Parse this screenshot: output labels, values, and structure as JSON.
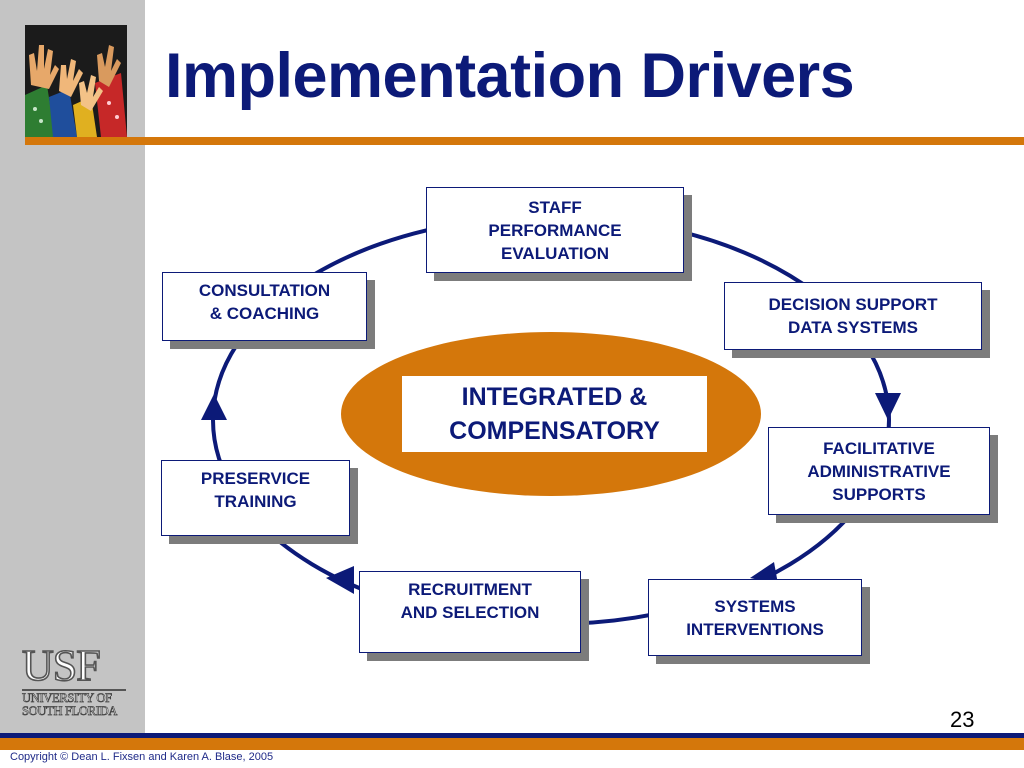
{
  "slide": {
    "title": "Implementation Drivers",
    "page_number": "23",
    "copyright": "Copyright © Dean L. Fixsen and Karen A. Blase, 2005"
  },
  "logo": {
    "usf_mark": "USF",
    "line1": "UNIVERSITY OF",
    "line2": "SOUTH FLORIDA"
  },
  "colors": {
    "navy": "#0c1a78",
    "orange": "#d4770b",
    "sidebar_gray": "#c4c4c4",
    "shadow_gray": "#7c7c7c"
  },
  "diagram": {
    "center_label": "INTEGRATED &\nCOMPENSATORY",
    "drivers": [
      "STAFF\nPERFORMANCE\nEVALUATION",
      "DECISION SUPPORT\nDATA SYSTEMS",
      "FACILITATIVE\nADMINISTRATIVE\nSUPPORTS",
      "SYSTEMS\nINTERVENTIONS",
      "RECRUITMENT\nAND SELECTION",
      "PRESERVICE\nTRAINING",
      "CONSULTATION\n& COACHING"
    ]
  }
}
